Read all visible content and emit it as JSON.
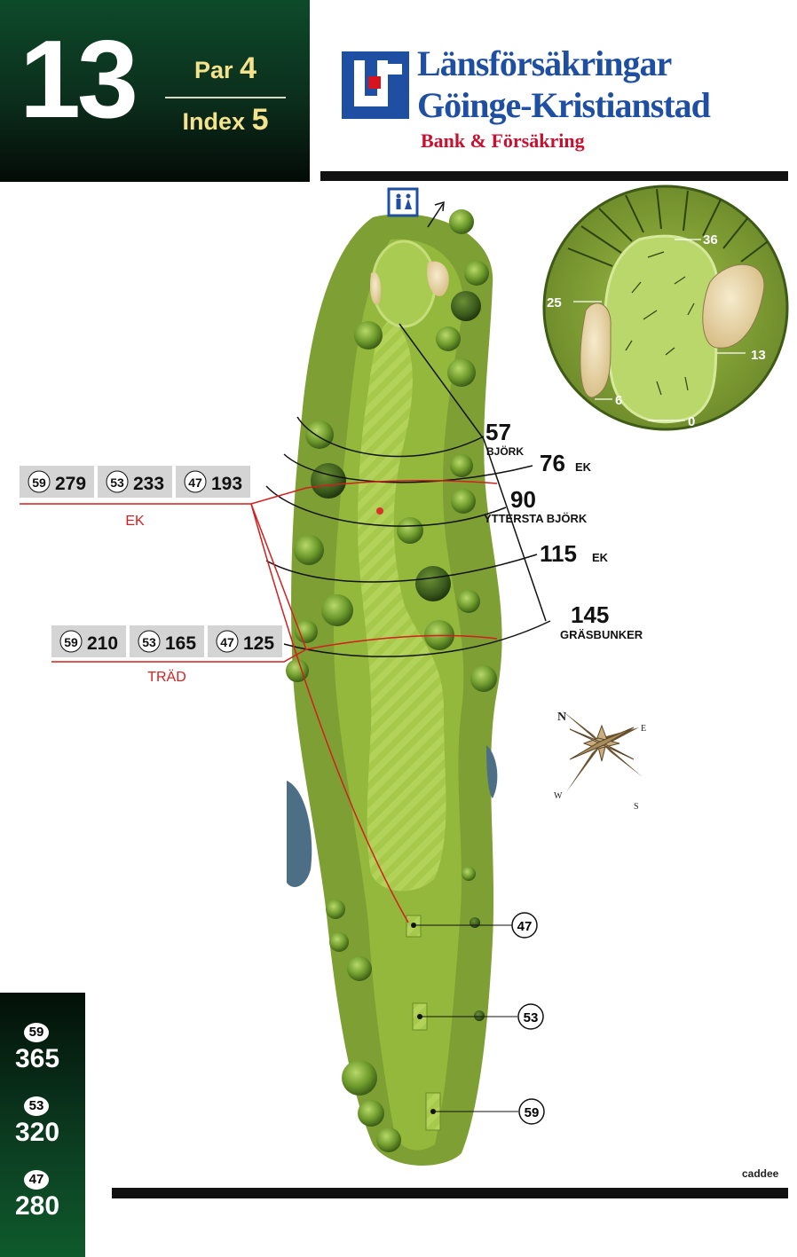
{
  "hole": {
    "number": "13",
    "par_label": "Par",
    "par": "4",
    "index_label": "Index",
    "index": "5"
  },
  "sponsor": {
    "line1": "Länsförsäkringar",
    "line2": "Göinge-Kristianstad",
    "line3": "Bank & Försäkring",
    "brand_blue": "#1f4fa3",
    "brand_red": "#c8102e"
  },
  "tees": [
    {
      "tee": "59",
      "length": "365"
    },
    {
      "tee": "53",
      "length": "320"
    },
    {
      "tee": "47",
      "length": "280"
    }
  ],
  "carry_markers": [
    {
      "label": "EK",
      "distances": [
        {
          "tee": "59",
          "dist": "279"
        },
        {
          "tee": "53",
          "dist": "233"
        },
        {
          "tee": "47",
          "dist": "193"
        }
      ]
    },
    {
      "label": "TRÄD",
      "distances": [
        {
          "tee": "59",
          "dist": "210"
        },
        {
          "tee": "53",
          "dist": "165"
        },
        {
          "tee": "47",
          "dist": "125"
        }
      ]
    }
  ],
  "green_distances": [
    {
      "value": "57",
      "label": "BJÖRK"
    },
    {
      "value": "76",
      "label": "EK"
    },
    {
      "value": "90",
      "label": "YTTERSTA BJÖRK"
    },
    {
      "value": "115",
      "label": "EK"
    },
    {
      "value": "145",
      "label": "GRÄSBUNKER"
    }
  ],
  "tee_markers": [
    {
      "label": "47"
    },
    {
      "label": "53"
    },
    {
      "label": "59"
    }
  ],
  "green_detail_labels": [
    "36",
    "25",
    "13",
    "6",
    "0"
  ],
  "compass": {
    "n": "N",
    "e": "E",
    "s": "S",
    "w": "W"
  },
  "icons": {
    "toilet": "toilet-icon",
    "direction": "next-hole-arrow-icon"
  },
  "brand": "caddee",
  "colors": {
    "fairway": "#8db93a",
    "rough": "#6f8f2a",
    "carry_line": "#d21f1f",
    "header_green": "#0b2e1c",
    "par_yellow": "#f4e38c"
  }
}
